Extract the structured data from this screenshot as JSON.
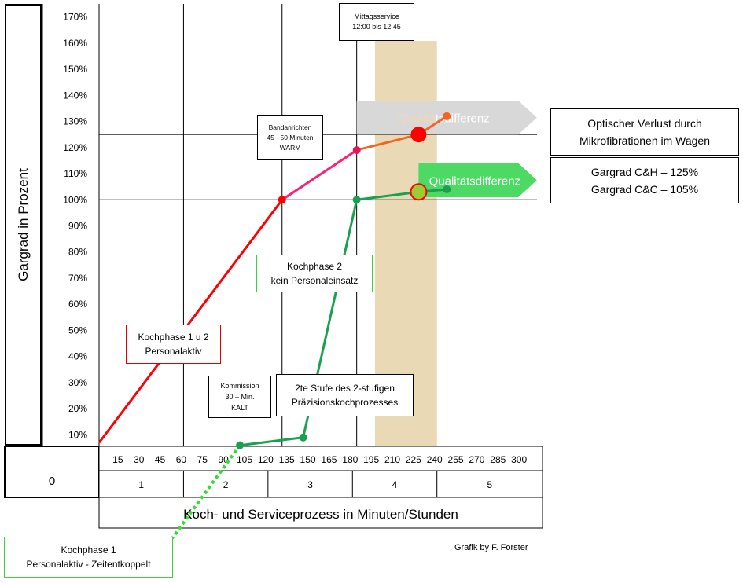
{
  "chart_data": {
    "type": "line",
    "y_axis_title": "Gargrad in Prozent",
    "y_ticks": [
      "170%",
      "160%",
      "150%",
      "140%",
      "130%",
      "120%",
      "110%",
      "100%",
      "90%",
      "80%",
      "70%",
      "60%",
      "50%",
      "40%",
      "30%",
      "20%",
      "10%"
    ],
    "y_tick_values": [
      170,
      160,
      150,
      140,
      130,
      120,
      110,
      100,
      90,
      80,
      70,
      60,
      50,
      40,
      30,
      20,
      10
    ],
    "ylim": [
      5,
      175
    ],
    "corner_label": "0",
    "x_minutes": [
      "15",
      "30",
      "45",
      "60",
      "75",
      "90",
      "105",
      "120",
      "135",
      "150",
      "165",
      "180",
      "195",
      "210",
      "225",
      "240",
      "255",
      "270",
      "285",
      "300"
    ],
    "x_tick_values": [
      15,
      30,
      45,
      60,
      75,
      90,
      105,
      120,
      135,
      150,
      165,
      180,
      195,
      210,
      225,
      240,
      255,
      270,
      285,
      300
    ],
    "xlim": [
      0,
      315
    ],
    "x_hours": [
      "1",
      "2",
      "3",
      "4",
      "5"
    ],
    "hour_boundaries": [
      60,
      120,
      180,
      240,
      315
    ],
    "x_axis_title": "Koch- und Serviceprozess in Minuten/Stunden",
    "vertical_lines": [
      60,
      130,
      183
    ],
    "horizontal_lines": [
      100,
      125
    ],
    "service_band": {
      "start": 196,
      "end": 240,
      "label_lines": [
        "Mittagsservice",
        "12:00 bis 12:45"
      ],
      "color": "#e9d9b5"
    },
    "series": [
      {
        "color": "#ff0000",
        "points": [
          [
            0,
            7
          ],
          [
            130,
            100
          ]
        ]
      },
      {
        "color": "#ff1f7a",
        "points": [
          [
            130,
            100
          ],
          [
            183,
            119
          ]
        ]
      },
      {
        "color": "#f26522",
        "points": [
          [
            183,
            119
          ],
          [
            227,
            125
          ],
          [
            247,
            132
          ]
        ]
      },
      {
        "color": "#1aa150",
        "points": [
          [
            100,
            6
          ],
          [
            145,
            9
          ],
          [
            183,
            100
          ],
          [
            227,
            103
          ],
          [
            247,
            104
          ]
        ]
      }
    ],
    "dotted_connector": {
      "color": "#33dd33",
      "from": [
        100,
        6
      ]
    },
    "markers": [
      {
        "x": 130,
        "y": 100,
        "color": "#ff0000",
        "size": "small"
      },
      {
        "x": 183,
        "y": 119,
        "color": "#e2185f",
        "size": "small"
      },
      {
        "x": 227,
        "y": 125,
        "color": "#ff0000",
        "size": "large"
      },
      {
        "x": 247,
        "y": 132,
        "color": "#f26522",
        "size": "small"
      },
      {
        "x": 100,
        "y": 6,
        "color": "#1aa150",
        "size": "small"
      },
      {
        "x": 145,
        "y": 9,
        "color": "#1aa150",
        "size": "small"
      },
      {
        "x": 183,
        "y": 100,
        "color": "#1aa150",
        "size": "small"
      },
      {
        "x": 227,
        "y": 103,
        "color": "#9acd32",
        "size": "large",
        "stroke": "#ff0000"
      },
      {
        "x": 247,
        "y": 104,
        "color": "#1aa150",
        "size": "small"
      }
    ],
    "arrows": [
      {
        "label_head": "Qualitä",
        "label_tail": "tsdifferenz",
        "color": "#d8d8d8",
        "text_head": "#f3d7b5",
        "text_tail": "#ffffff",
        "x_from": 183,
        "x_to": 311,
        "y_top": 138,
        "y_bottom": 125
      },
      {
        "label": "Qualitätsdifferenz",
        "color": "#4cd964",
        "text_color": "#ffffff",
        "x_from": 227,
        "x_to": 311,
        "y_top": 114,
        "y_bottom": 101
      }
    ]
  },
  "annotations": {
    "mittagsservice": [
      "Mittagsservice",
      "12:00 bis 12:45"
    ],
    "bandanrichten": [
      "Bandanrichten",
      "45 - 50 Minuten",
      "WARM"
    ],
    "optischer_verlust": [
      "Optischer Verlust durch",
      "Mikrofibrationen im Wagen"
    ],
    "gargrad": [
      "Gargrad C&H – 125%",
      "Gargrad C&C – 105%"
    ],
    "kochphase2": [
      "Kochphase 2",
      "kein Personaleinsatz"
    ],
    "kochphase12": [
      "Kochphase 1 u 2",
      "Personalaktiv"
    ],
    "kommission": [
      "Kommission",
      "30 –  Min.",
      "KALT"
    ],
    "stufe2": [
      "2te Stufe des 2-stufigen",
      "Präzisionskochprozesses"
    ],
    "kochphase1": [
      "Kochphase 1",
      "Personalaktiv - Zeitentkoppelt"
    ],
    "credit": "Grafik by F. Forster"
  }
}
